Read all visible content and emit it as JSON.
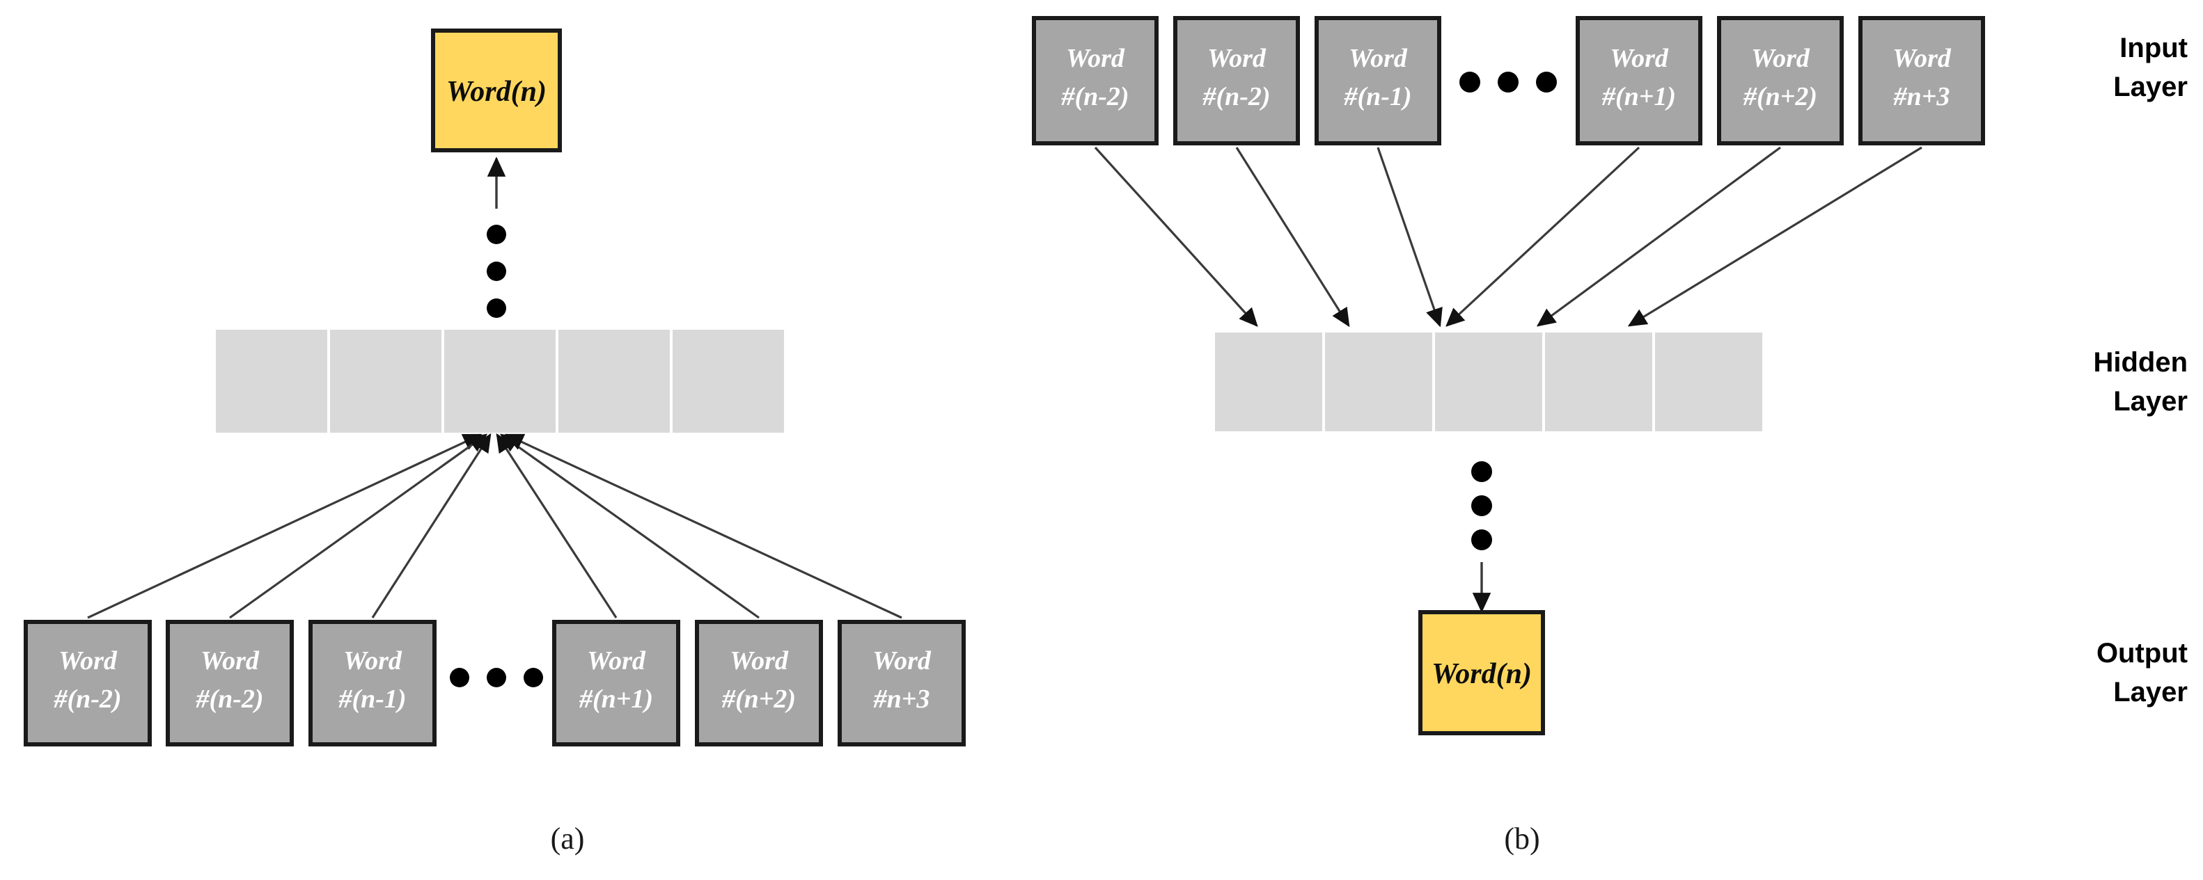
{
  "figure": {
    "background": "#ffffff",
    "colors": {
      "input_box_fill": "#A6A6A6",
      "input_box_stroke": "#1a1a1a",
      "hidden_cell_fill": "#D9D9D9",
      "hidden_cell_stroke": "#ffffff",
      "output_box_fill": "#FFD75E",
      "output_box_stroke": "#1a1a1a",
      "arrow_stroke": "#3a3a3a",
      "dot_fill": "#000000",
      "text_on_gray": "#ffffff",
      "text_on_yellow": "#0d0d0d",
      "label_text": "#000000"
    }
  },
  "layer_labels": [
    {
      "id": "input",
      "line1": "Input",
      "line2": "Layer"
    },
    {
      "id": "hidden",
      "line1": "Hidden",
      "line2": "Layer"
    },
    {
      "id": "output",
      "line1": "Output",
      "line2": "Layer"
    }
  ],
  "panel_a": {
    "caption": "(a)",
    "output_box": {
      "line1": "Word(n)"
    },
    "hidden_layer": {
      "cell_count": 5,
      "cells": [
        "",
        "",
        "",
        "",
        ""
      ]
    },
    "vertical_ellipsis": {
      "dot_count": 3
    },
    "horizontal_ellipsis": {
      "dot_count": 3
    },
    "input_boxes": [
      {
        "line1": "Word",
        "line2": "#(n-2)"
      },
      {
        "line1": "Word",
        "line2": "#(n-2)"
      },
      {
        "line1": "Word",
        "line2": "#(n-1)"
      },
      {
        "line1": "Word",
        "line2": "#(n+1)"
      },
      {
        "line1": "Word",
        "line2": "#(n+2)"
      },
      {
        "line1": "Word",
        "line2": "#n+3"
      }
    ]
  },
  "panel_b": {
    "caption": "(b)",
    "output_box": {
      "line1": "Word(n)"
    },
    "hidden_layer": {
      "cell_count": 5,
      "cells": [
        "",
        "",
        "",
        "",
        ""
      ]
    },
    "vertical_ellipsis": {
      "dot_count": 3
    },
    "horizontal_ellipsis": {
      "dot_count": 3
    },
    "input_boxes": [
      {
        "line1": "Word",
        "line2": "#(n-2)"
      },
      {
        "line1": "Word",
        "line2": "#(n-2)"
      },
      {
        "line1": "Word",
        "line2": "#(n-1)"
      },
      {
        "line1": "Word",
        "line2": "#(n+1)"
      },
      {
        "line1": "Word",
        "line2": "#(n+2)"
      },
      {
        "line1": "Word",
        "line2": "#n+3"
      }
    ]
  }
}
